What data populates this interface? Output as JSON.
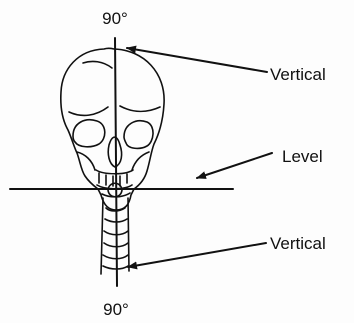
{
  "labels": {
    "top_angle": "90°",
    "bottom_angle": "90°",
    "upper_right": "Vertical",
    "middle_right": "Level",
    "lower_right": "Vertical"
  },
  "icons": {
    "main": "skull-front-icon"
  }
}
